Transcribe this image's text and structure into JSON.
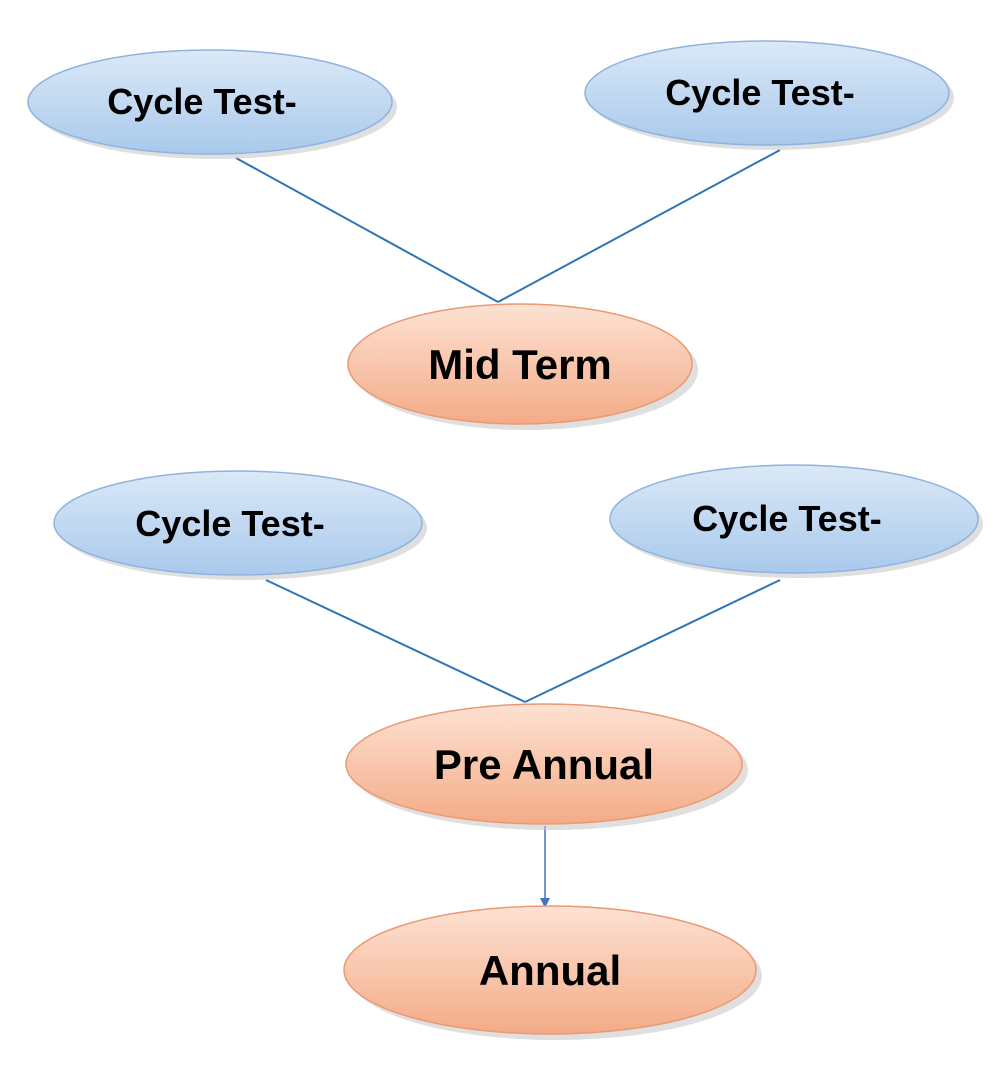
{
  "diagram": {
    "nodes": {
      "cycle_test_1": {
        "label": "Cycle Test-"
      },
      "cycle_test_2": {
        "label": "Cycle Test-"
      },
      "mid_term": {
        "label": "Mid Term"
      },
      "cycle_test_3": {
        "label": "Cycle Test-"
      },
      "cycle_test_4": {
        "label": "Cycle Test-"
      },
      "pre_annual": {
        "label": "Pre Annual"
      },
      "annual": {
        "label": "Annual"
      }
    },
    "colors": {
      "blue_fill_top": "#dbe9f7",
      "blue_fill_bottom": "#a9c9ec",
      "blue_stroke": "#8fb3de",
      "orange_fill_top": "#fde2d3",
      "orange_fill_bottom": "#f4ab87",
      "orange_stroke": "#e99a73",
      "connector": "#2e75b6",
      "arrow": "#4472c4"
    }
  }
}
